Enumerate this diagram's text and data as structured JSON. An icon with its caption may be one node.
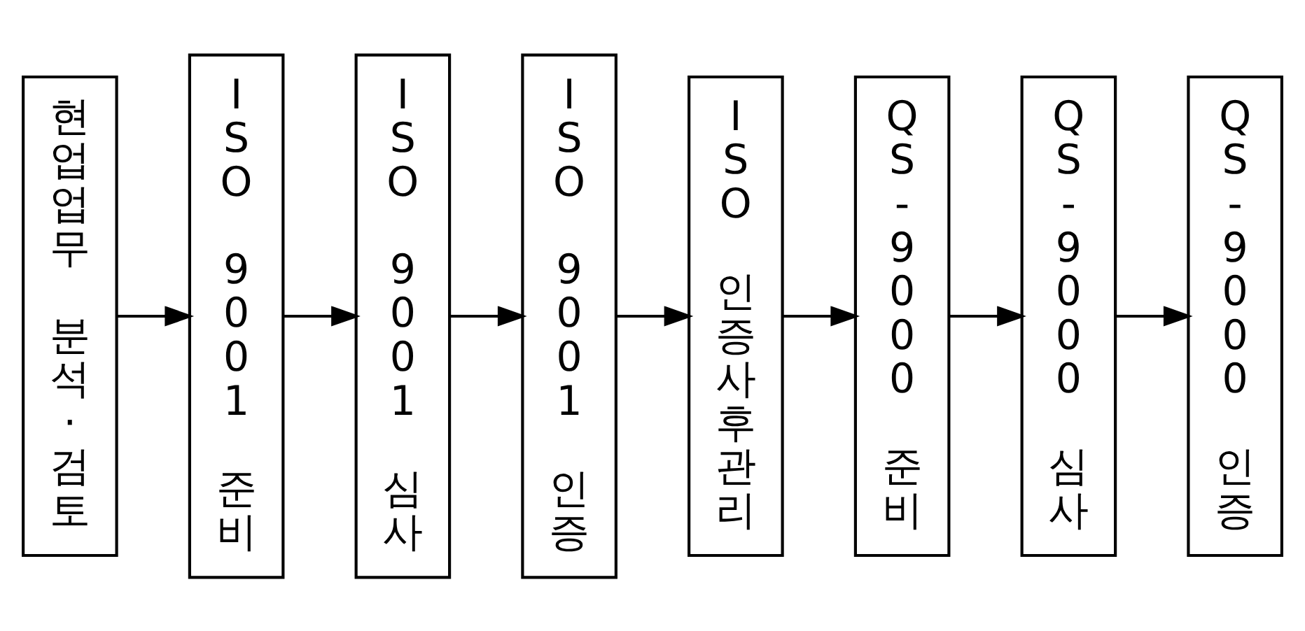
{
  "diagram": {
    "nodes": [
      {
        "text": [
          "현업업무 분석·검토"
        ]
      },
      {
        "text": [
          "ISO 9001 준비"
        ]
      },
      {
        "text": [
          "ISO 9001 심사"
        ]
      },
      {
        "text": [
          "ISO 9001 인증"
        ]
      },
      {
        "text": [
          "ISO 인증사후관리"
        ]
      },
      {
        "text": [
          "QS-9000 준비"
        ]
      },
      {
        "text": [
          "QS-9000 심사"
        ]
      },
      {
        "text": [
          "QS-9000 인증"
        ]
      }
    ],
    "edges": [
      {
        "from": 0,
        "to": 1,
        "arrow": "to"
      },
      {
        "from": 1,
        "to": 2,
        "arrow": "to"
      },
      {
        "from": 2,
        "to": 3,
        "arrow": "to"
      },
      {
        "from": 3,
        "to": 4,
        "arrow": "to"
      },
      {
        "from": 4,
        "to": 5,
        "arrow": "to"
      },
      {
        "from": 5,
        "to": 6,
        "arrow": "to"
      },
      {
        "from": 6,
        "to": 7,
        "arrow": "to"
      }
    ]
  }
}
